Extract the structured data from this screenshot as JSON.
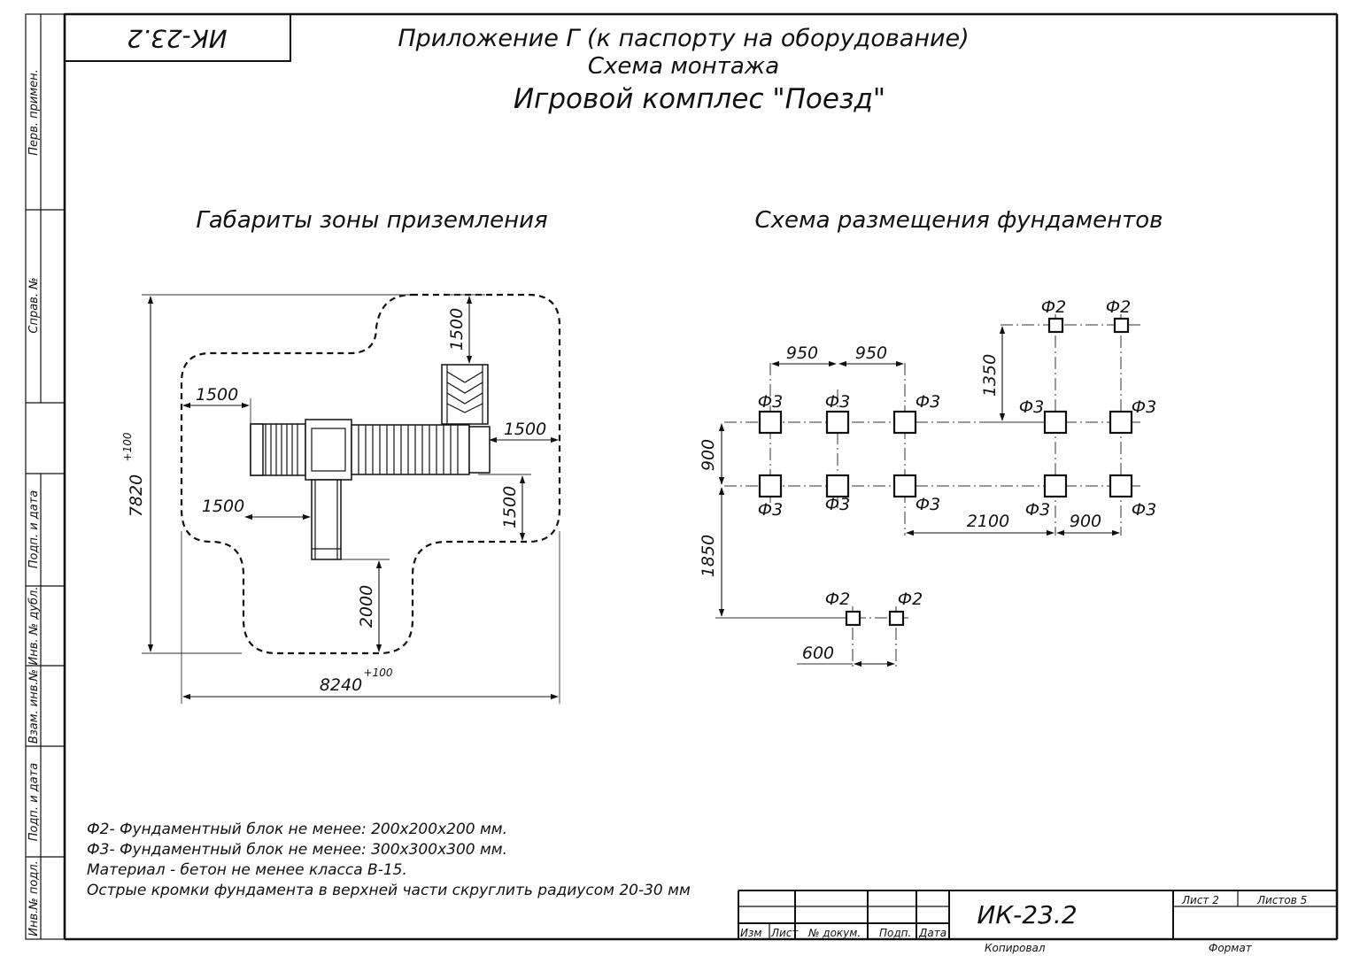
{
  "frame": {
    "corner_code": "ИК-23.2",
    "side_labels": [
      "Перв. примен.",
      "Справ. №",
      "Подп. и дата",
      "Инв. № дубл.",
      "Взам. инв.№",
      "Подп. и дата",
      "Инв.№ подл."
    ]
  },
  "header": {
    "line1": "Приложение Г (к паспорту на оборудование)",
    "line2": "Схема монтажа",
    "line3": "Игровой комплес \"Поезд\""
  },
  "landing_zone": {
    "heading": "Габариты зоны приземления",
    "dims": {
      "top_slide": "1500",
      "left": "1500",
      "right": "1500",
      "right_lower": "1500",
      "lower_left": "1500",
      "bottom": "2000",
      "height": "7820",
      "height_tol": "+100",
      "width": "8240",
      "width_tol": "+100"
    }
  },
  "foundations": {
    "heading": "Схема размещения фундаментов",
    "f2_label": "Ф2",
    "f3_label": "Ф3",
    "dims": {
      "span_a": "950",
      "span_b": "950",
      "riser": "1350",
      "row_gap": "900",
      "span_c": "2100",
      "span_d": "900",
      "drop": "1850",
      "pair_gap": "600"
    }
  },
  "notes": [
    "Ф2- Фундаментный блок не менее: 200х200х200 мм.",
    "Ф3- Фундаментный блок не менее: 300х300х300 мм.",
    "Материал - бетон не менее класса В-15.",
    "Острые кромки фундамента в верхней части скруглить радиусом 20-30 мм"
  ],
  "title_block": {
    "code": "ИК-23.2",
    "col_labels": [
      "Изм",
      "Лист",
      "№ докум.",
      "Подп.",
      "Дата"
    ],
    "sheet": "Лист 2",
    "sheets": "Листов 5",
    "copied": "Копировал",
    "format": "Формат"
  }
}
